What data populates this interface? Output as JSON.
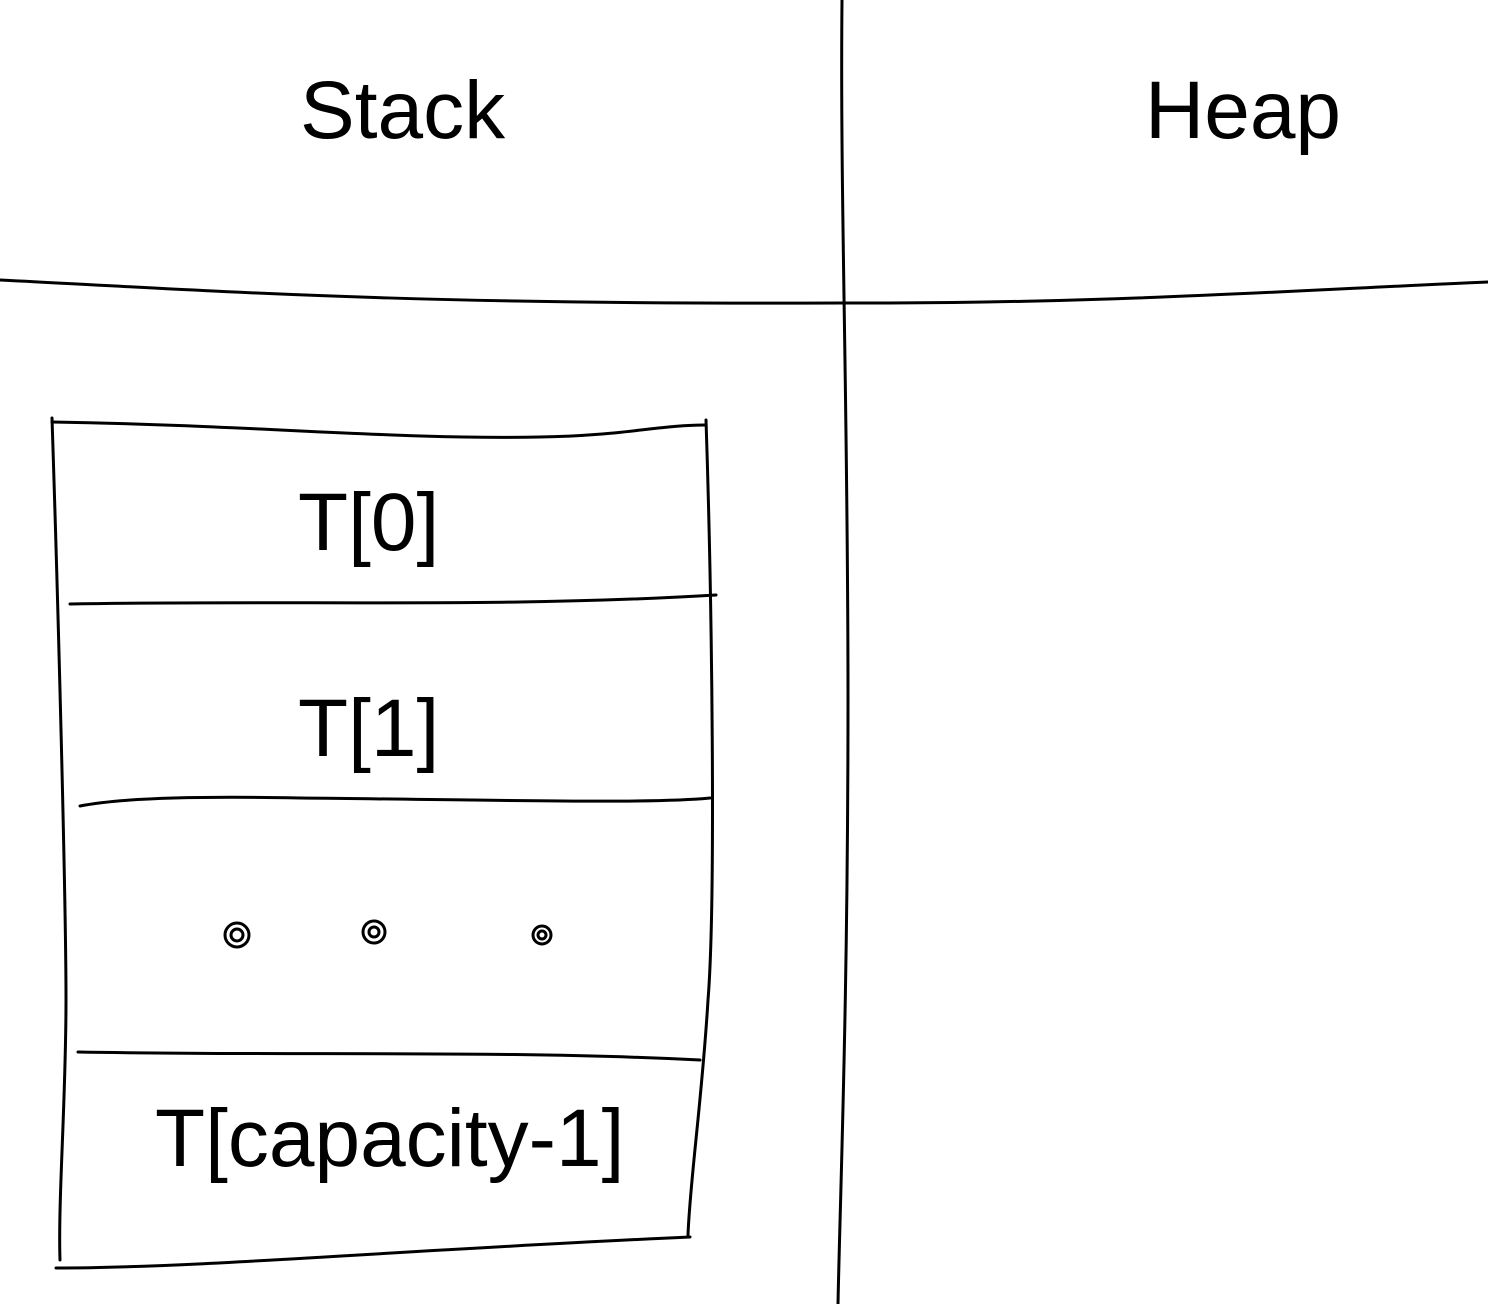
{
  "headers": {
    "stack": "Stack",
    "heap": "Heap"
  },
  "cells": [
    "T[0]",
    "T[1]",
    "T[capacity-1]"
  ]
}
